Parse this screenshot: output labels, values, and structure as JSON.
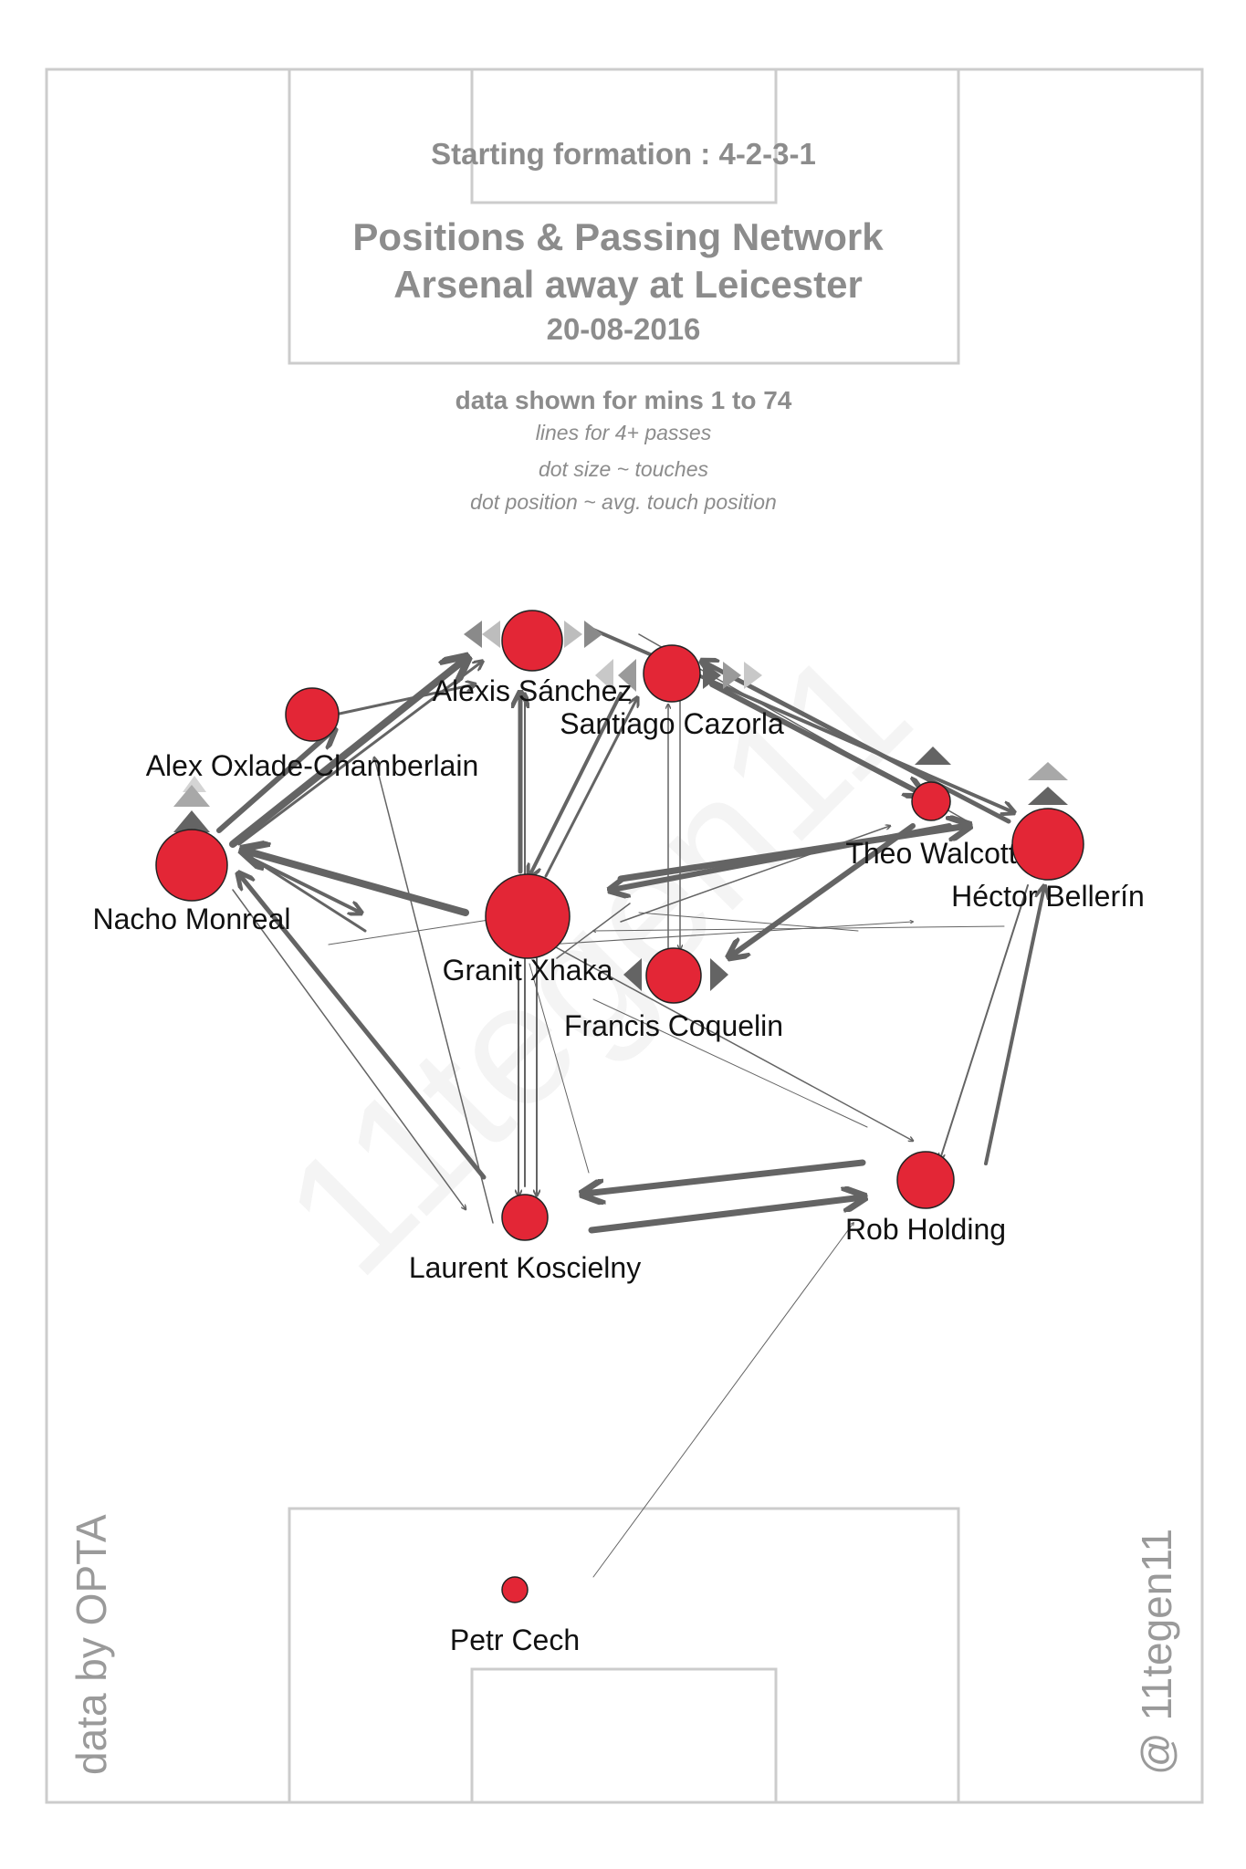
{
  "header": {
    "formation": "Starting formation : 4-2-3-1",
    "title_line1": "Positions & Passing Network",
    "title_line2": "Arsenal  away at  Leicester",
    "date": "20-08-2016"
  },
  "notes": {
    "mins": "data shown for mins 1 to 74",
    "lines": "lines for 4+ passes",
    "dot_size": "dot size ~ touches",
    "dot_position": "dot position ~ avg. touch position"
  },
  "credits": {
    "source": "data by OPTA",
    "author": "@ 11tegen11"
  },
  "watermark": "11tegen11",
  "colors": {
    "player_fill": "#e32636",
    "edge": "#646464",
    "pitch_line": "#cccccc",
    "text_grey": "#8c8c8c"
  },
  "players": [
    {
      "name": "Nacho Monreal"
    },
    {
      "name": "Alex Oxlade-Chamberlain"
    },
    {
      "name": "Alexis Sánchez"
    },
    {
      "name": "Santiago Cazorla"
    },
    {
      "name": "Theo Walcott"
    },
    {
      "name": "Héctor Bellerín"
    },
    {
      "name": "Granit Xhaka"
    },
    {
      "name": "Francis Coquelin"
    },
    {
      "name": "Rob Holding"
    },
    {
      "name": "Laurent Koscielny"
    },
    {
      "name": "Petr Cech"
    }
  ]
}
